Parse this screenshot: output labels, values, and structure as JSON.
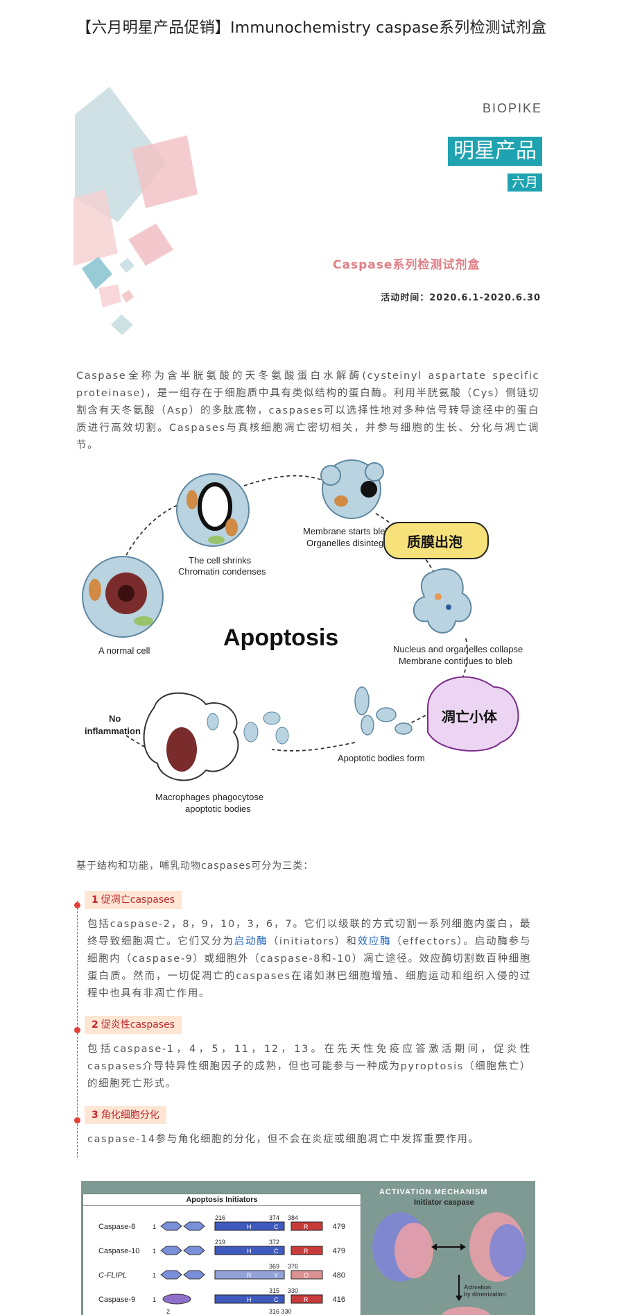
{
  "header": {
    "title": "【六月明星产品促销】Immunochemistry caspase系列检测试剂盒"
  },
  "banner": {
    "brand": "BIOPIKE",
    "star_label": "明星产品",
    "month_label": "六月",
    "kit_name": "Caspase系列检测试剂盒",
    "activity_time": "活动时间：2020.6.1-2020.6.30"
  },
  "intro": "Caspase全称为含半胱氨酸的天冬氨酸蛋白水解酶(cysteinyl aspartate specific proteinase)，是一组存在于细胞质中具有类似结构的蛋白酶。利用半胱氨酸（Cys）侧链切割含有天冬氨酸（Asp）的多肽底物，caspases可以选择性地对多种信号转导途径中的蛋白质进行高效切割。Caspases与真核细胞凋亡密切相关，并参与细胞的生长、分化与凋亡调节。",
  "figure1": {
    "title": "Apoptosis",
    "normal_cell": "A normal cell",
    "shrink_1": "The cell shrinks",
    "shrink_2": "Chromatin condenses",
    "bleb_1": "Membrane starts bleb",
    "bleb_2": "Organelles disintegrate",
    "bubble_cn": "质膜出泡",
    "collapse_1": "Nucleus and organelles collapse",
    "collapse_2": "Membrane continues to bleb",
    "bodies_cn": "凋亡小体",
    "bodies_form": "Apoptotic bodies form",
    "macro_1": "Macrophages phagocytose",
    "macro_2": "apoptotic bodies",
    "no_infl_1": "No",
    "no_infl_2": "inflammation"
  },
  "lead": "基于结构和功能，哺乳动物caspases可分为三类：",
  "sections": [
    {
      "num": "1",
      "label": "促凋亡caspases",
      "text_a": "包括caspase-2，8，9，10，3，6，7。它们以级联的方式切割一系列细胞内蛋白，最终导致细胞凋亡。它们又分为",
      "hl1": "启动酶",
      "text_b": "（initiators）和",
      "hl2": "效应酶",
      "text_c": "（effectors）。启动酶参与细胞内（caspase-9）或细胞外（caspase-8和-10）凋亡途径。效应酶切割数百种细胞蛋白质。然而，一切促凋亡的caspases在诸如淋巴细胞增殖、细胞运动和组织入侵的过程中也具有非凋亡作用。"
    },
    {
      "num": "2",
      "label": "促炎性caspases",
      "text": "包括caspase-1，4，5，11，12，13。在先天性免疫应答激活期间，促炎性caspases介导特异性细胞因子的成熟，但也可能参与一种成为pyroptosis（细胞焦亡）的细胞死亡形式。"
    },
    {
      "num": "3",
      "label": "角化细胞分化",
      "text": "caspase-14参与角化细胞的分化，但不会在炎症或细胞凋亡中发挥重要作用。"
    }
  ],
  "figure2": {
    "box_title": "Apoptosis Initiators",
    "rows": [
      {
        "name": "Caspase-8",
        "len": "479",
        "a": "216",
        "b": "374",
        "c": "384",
        "m": "H",
        "e": "C",
        "r": "R"
      },
      {
        "name": "Caspase-10",
        "len": "479",
        "a": "219",
        "b": "372",
        "c": "",
        "m": "H",
        "e": "C",
        "r": "R"
      },
      {
        "name": "C-FLIPL",
        "len": "480",
        "a": "",
        "b": "369",
        "c": "376",
        "m": "R",
        "e": "Y",
        "r": "O"
      },
      {
        "name": "Caspase-9",
        "len": "416",
        "a": "",
        "b": "315",
        "c": "330",
        "m": "H",
        "e": "C",
        "r": "R"
      }
    ],
    "row5_nums": "316 330",
    "act_title": "ACTIVATION MECHANISM",
    "act_sub": "Initiator caspase",
    "act_note_1": "Activation",
    "act_note_2": "by dimerization",
    "one": "1",
    "two": "2"
  },
  "colors": {
    "accent": "#1fa3b0",
    "kit_pink": "#e07f86",
    "section_red": "#c1272d",
    "tag_bg": "#fde6d3",
    "link_blue": "#2a6cc6"
  }
}
